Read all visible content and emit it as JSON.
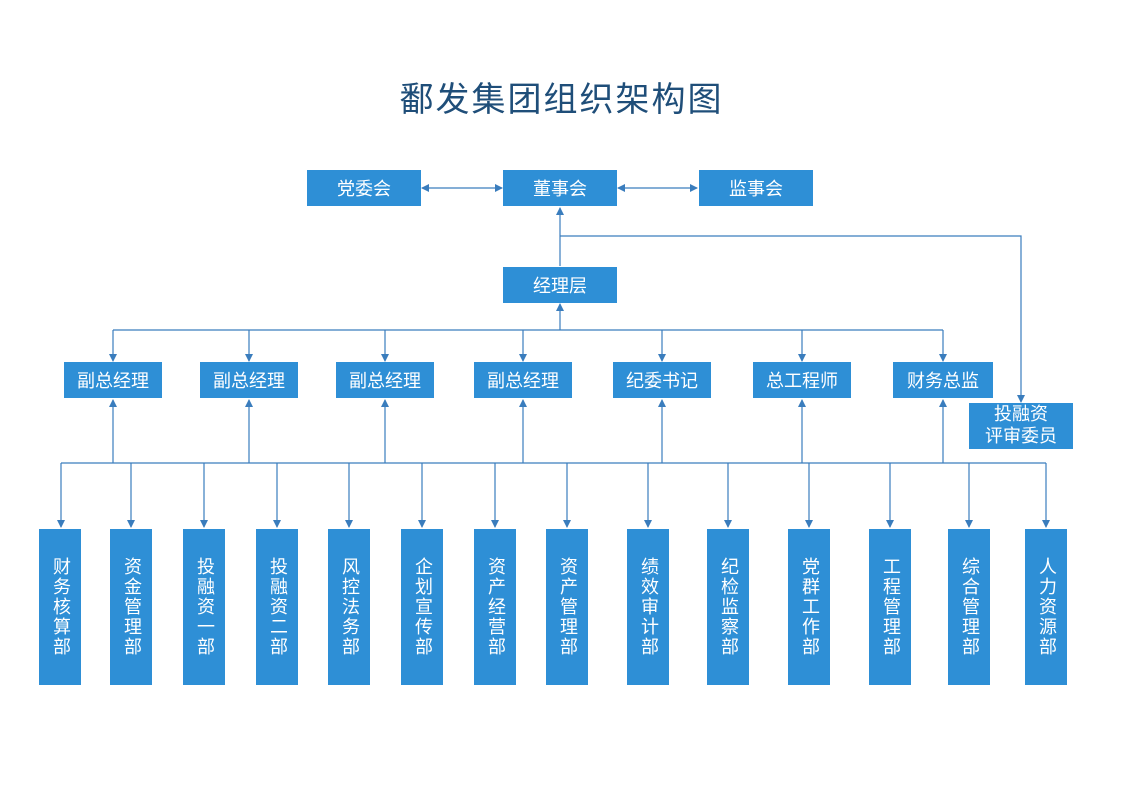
{
  "title": "鄱发集团组织架构图",
  "top": {
    "party": "党委会",
    "board": "董事会",
    "supervisory": "监事会"
  },
  "management": "经理层",
  "managers": [
    "副总经理",
    "副总经理",
    "副总经理",
    "副总经理",
    "纪委书记",
    "总工程师",
    "财务总监"
  ],
  "investment_committee": [
    "投融资",
    "评审委员"
  ],
  "departments": [
    "财务核算部",
    "资金管理部",
    "投融资一部",
    "投融资二部",
    "风控法务部",
    "企划宣传部",
    "资产经营部",
    "资产管理部",
    "绩效审计部",
    "纪检监察部",
    "党群工作部",
    "工程管理部",
    "综合管理部",
    "人力资源部"
  ],
  "colors": {
    "box": "#2e8fd6",
    "line": "#3a7dbd",
    "title": "#1f4e79"
  }
}
